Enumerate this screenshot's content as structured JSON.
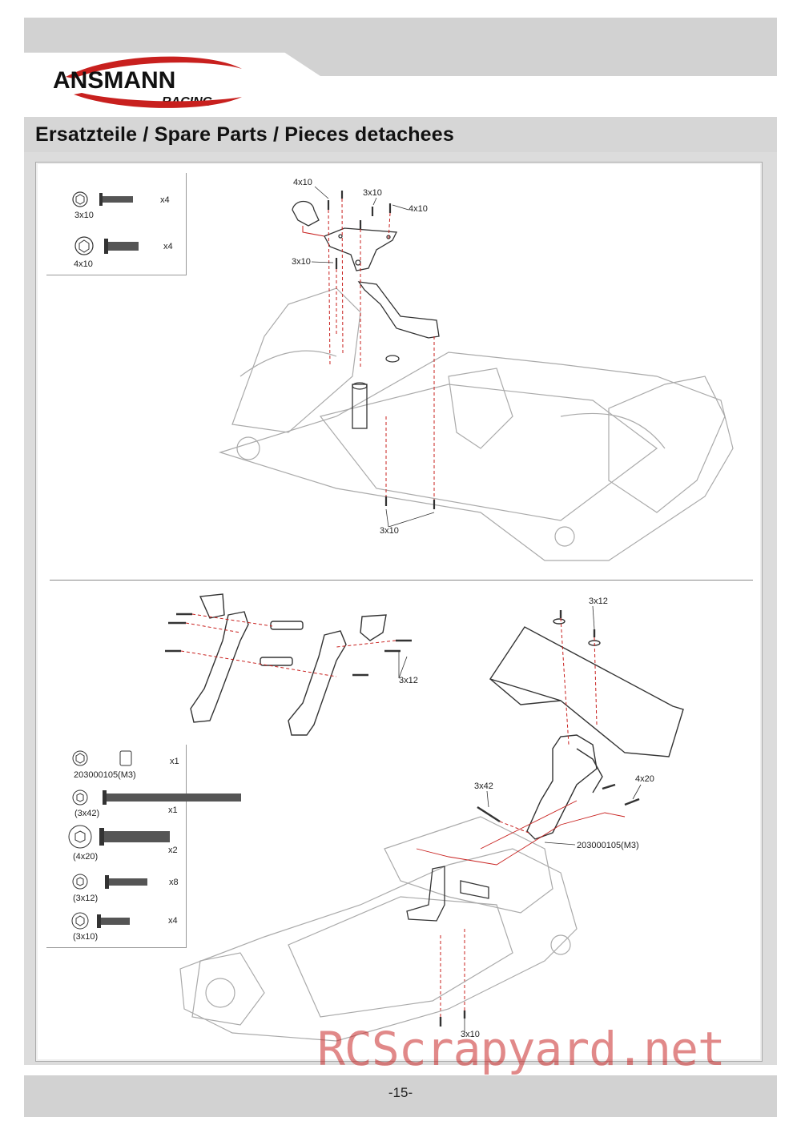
{
  "brand": {
    "logo_main": "ANSMANN",
    "logo_sub": "RACING"
  },
  "header": {
    "title": "Ersatzteile / Spare Parts / Pieces detachees"
  },
  "section1": {
    "parts": [
      {
        "size": "3x10",
        "qty": "x4"
      },
      {
        "size": "4x10",
        "qty": "x4"
      }
    ],
    "callouts": {
      "c1": "4x10",
      "c2": "3x10",
      "c3": "4x10",
      "c4": "3x10",
      "c5": "3x10"
    }
  },
  "section2": {
    "parts": [
      {
        "size": "203000105(M3)",
        "qty": "x1"
      },
      {
        "size": "(3x42)",
        "qty": "x1"
      },
      {
        "size": "(4x20)",
        "qty": "x2"
      },
      {
        "size": "(3x12)",
        "qty": "x8"
      },
      {
        "size": "(3x10)",
        "qty": "x4"
      }
    ],
    "callouts": {
      "c1": "3x12",
      "c2": "3x12",
      "c3": "3x42",
      "c4": "4x20",
      "c5": "203000105(M3)",
      "c6": "3x10"
    }
  },
  "footer": {
    "page": "-15-"
  },
  "watermark": "RCScrapyard.net",
  "colors": {
    "accent": "#c8201e",
    "panel_gray": "#d2d2d2"
  }
}
